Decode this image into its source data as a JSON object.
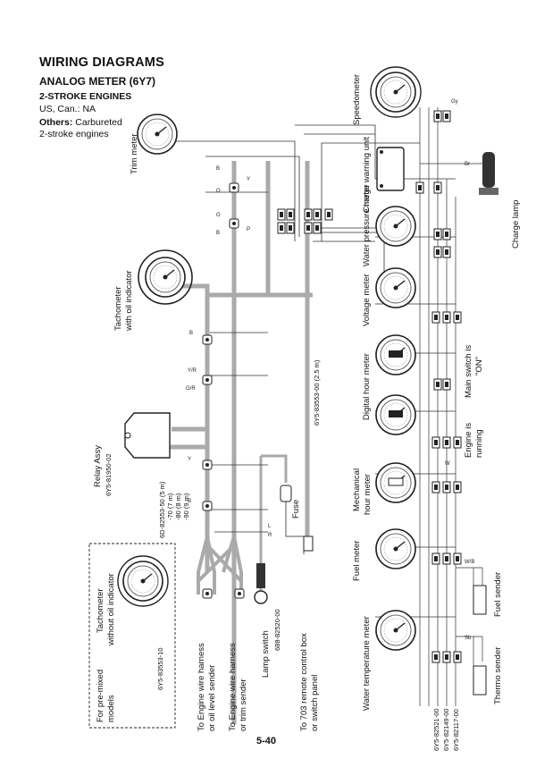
{
  "header": {
    "section_title": "WIRING DIAGRAMS",
    "subtitle": "ANALOG METER (6Y7)",
    "engine_type": "2-STROKE ENGINES",
    "region_label": "US, Can.:",
    "region_value": "NA",
    "others_label": "Others:",
    "others_value_1": "Carbureted",
    "others_value_2": "2-stroke engines"
  },
  "page_number": "5-40",
  "components": {
    "trim_meter": "Trim meter",
    "tachometer_oil_1": "Tachometer",
    "tachometer_oil_2": "with oil indicator",
    "relay_assy": "Relay Assy",
    "relay_part": "6Y5-81950-02",
    "harness_part_1": "6D-82553-50 (5 m)",
    "harness_part_2": "-70 (7 m)",
    "harness_part_3": "-80 (8 m)",
    "harness_part_4": "-90 (9 m)",
    "main_harness_part": "6Y5-83553-00 (2.5 m)",
    "fuse": "Fuse",
    "lamp_switch": "Lamp switch",
    "lamp_switch_part": "688-82520-00",
    "to_703_1": "To 703 remote control box",
    "to_703_2": "or switch panel",
    "to_oil_1": "To Engine wire harness",
    "to_oil_2": "or oil level sender",
    "to_trim_1": "To Engine wire harness",
    "to_trim_2": "or trim sender",
    "tach_no_oil_1": "Tachometer",
    "tach_no_oil_2": "without oil indicator",
    "premixed_1": "For pre-mixed",
    "premixed_2": "models",
    "premixed_part": "6Y5-83553-10",
    "speedometer": "Speedometer",
    "charge_warning": "Charge warning unit",
    "charge_lamp": "Charge lamp",
    "water_pressure": "Water pressure meter",
    "voltage_meter": "Voltage meter",
    "digital_hour": "Digital hour meter",
    "main_switch_1": "Main switch is",
    "main_switch_2": "\"ON\"",
    "engine_running_1": "Engine is",
    "engine_running_2": "running",
    "mech_hour_1": "Mechanical",
    "mech_hour_2": "hour meter",
    "fuel_meter": "Fuel meter",
    "fuel_sender": "Fuel sender",
    "water_temp": "Water temperature meter",
    "thermo_sender": "Thermo sender",
    "part_1": "6Y5-82521-00",
    "part_2": "6Y5-82149-00",
    "part_3": "6Y5-82117-00"
  },
  "wire_codes": [
    "B",
    "G",
    "Y",
    "P",
    "L",
    "R",
    "O",
    "W",
    "Sb",
    "G/R",
    "Y/R",
    "W/B",
    "Gy",
    "Br"
  ]
}
